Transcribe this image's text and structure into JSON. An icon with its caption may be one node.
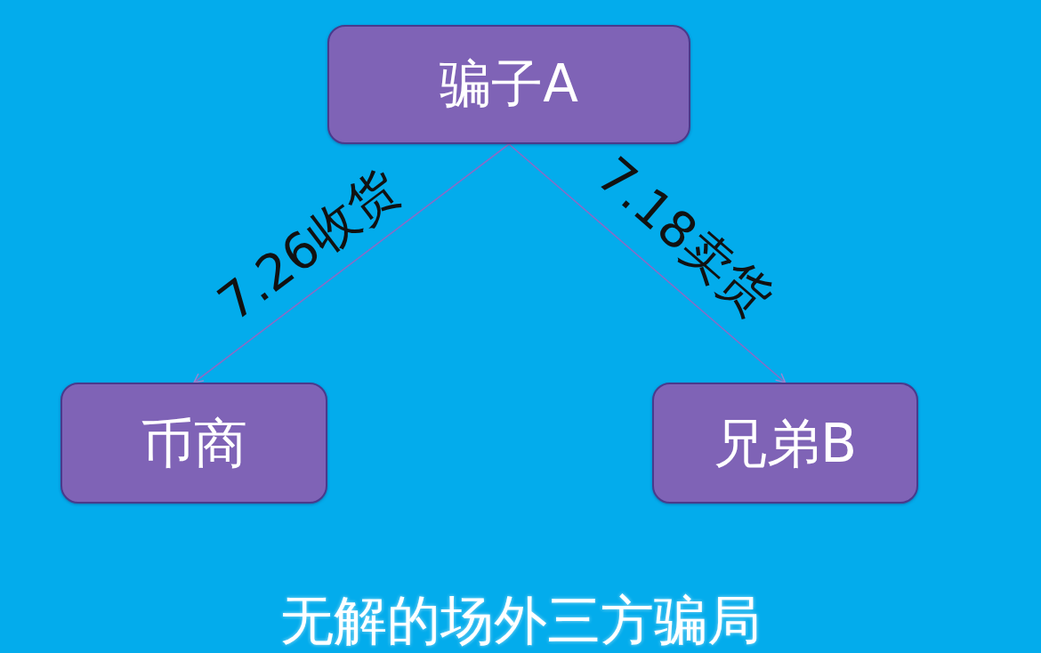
{
  "diagram": {
    "caption": "无解的场外三方骗局",
    "nodes": [
      {
        "text": [
          "骗子A"
        ]
      },
      {
        "text": [
          "币商"
        ]
      },
      {
        "text": [
          "兄弟B"
        ]
      }
    ],
    "edges": [
      {
        "from": 0,
        "to": 1,
        "arrow": "to",
        "label": "7.26收货"
      },
      {
        "from": 0,
        "to": 2,
        "arrow": "to",
        "label": "7.18卖货"
      }
    ]
  }
}
